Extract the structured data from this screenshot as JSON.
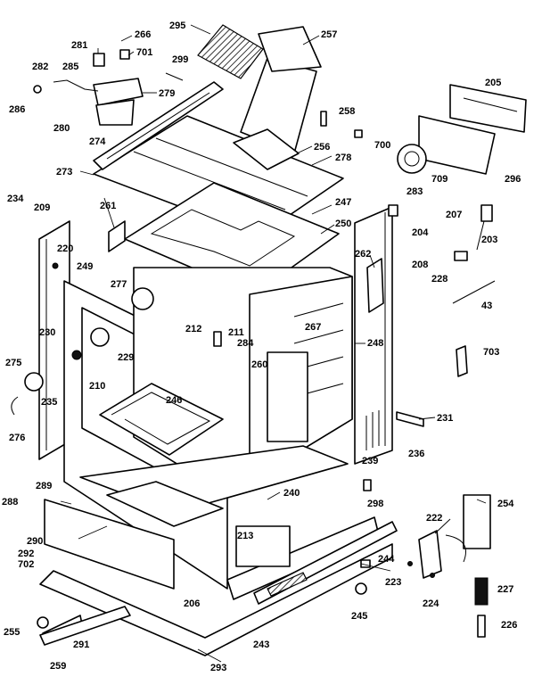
{
  "callouts": [
    {
      "text": "295"
    },
    {
      "text": "266"
    },
    {
      "text": "281"
    },
    {
      "text": "701"
    },
    {
      "text": "257"
    },
    {
      "text": "282"
    },
    {
      "text": "285"
    },
    {
      "text": "299"
    },
    {
      "text": "279"
    },
    {
      "text": "286"
    },
    {
      "text": "280"
    },
    {
      "text": "274"
    },
    {
      "text": "258"
    },
    {
      "text": "700"
    },
    {
      "text": "205"
    },
    {
      "text": "256"
    },
    {
      "text": "278"
    },
    {
      "text": "709"
    },
    {
      "text": "296"
    },
    {
      "text": "273"
    },
    {
      "text": "234"
    },
    {
      "text": "209"
    },
    {
      "text": "261"
    },
    {
      "text": "247"
    },
    {
      "text": "283"
    },
    {
      "text": "250"
    },
    {
      "text": "207"
    },
    {
      "text": "204"
    },
    {
      "text": "203"
    },
    {
      "text": "220"
    },
    {
      "text": "249"
    },
    {
      "text": "262"
    },
    {
      "text": "208"
    },
    {
      "text": "228"
    },
    {
      "text": "277"
    },
    {
      "text": "43"
    },
    {
      "text": "212"
    },
    {
      "text": "211"
    },
    {
      "text": "284"
    },
    {
      "text": "267"
    },
    {
      "text": "230"
    },
    {
      "text": "248"
    },
    {
      "text": "229"
    },
    {
      "text": "703"
    },
    {
      "text": "275"
    },
    {
      "text": "260"
    },
    {
      "text": "210"
    },
    {
      "text": "246"
    },
    {
      "text": "235"
    },
    {
      "text": "276"
    },
    {
      "text": "231"
    },
    {
      "text": "236"
    },
    {
      "text": "239"
    },
    {
      "text": "289"
    },
    {
      "text": "240"
    },
    {
      "text": "298"
    },
    {
      "text": "254"
    },
    {
      "text": "288"
    },
    {
      "text": "222"
    },
    {
      "text": "290"
    },
    {
      "text": "213"
    },
    {
      "text": "292"
    },
    {
      "text": "244"
    },
    {
      "text": "702"
    },
    {
      "text": "223"
    },
    {
      "text": "227"
    },
    {
      "text": "206"
    },
    {
      "text": "224"
    },
    {
      "text": "245"
    },
    {
      "text": "255"
    },
    {
      "text": "291"
    },
    {
      "text": "243"
    },
    {
      "text": "226"
    },
    {
      "text": "259"
    },
    {
      "text": "293"
    }
  ]
}
